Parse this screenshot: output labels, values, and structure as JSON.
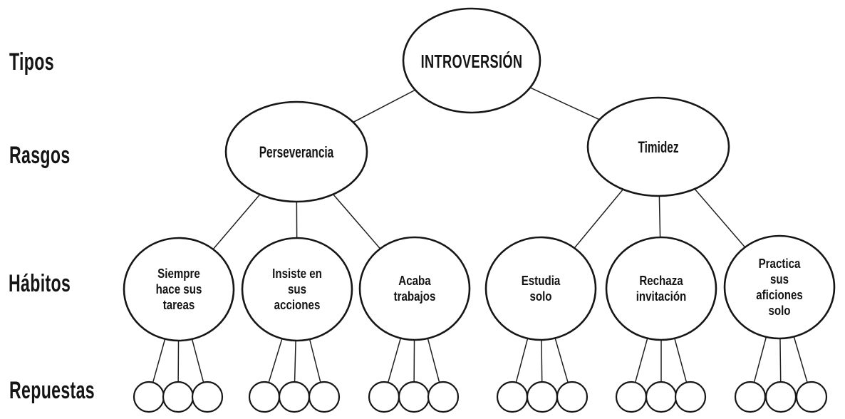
{
  "diagram": {
    "background_color": "#ffffff",
    "ink_color": "#1b1b1b",
    "row_labels": {
      "tipos": "Tipos",
      "rasgos": "Rasgos",
      "habitos": "Hábitos",
      "repuestas": "Repuestas"
    },
    "root": {
      "label": "INTROVERSIÓN"
    },
    "traits": [
      {
        "label": "Perseverancia"
      },
      {
        "label": "Timidez"
      }
    ],
    "habits": [
      {
        "lines": [
          "Siempre",
          "hace sus",
          "tareas"
        ]
      },
      {
        "lines": [
          "Insiste en",
          "sus",
          "acciones"
        ]
      },
      {
        "lines": [
          "Acaba",
          "trabajos"
        ]
      },
      {
        "lines": [
          "Estudia",
          "solo"
        ]
      },
      {
        "lines": [
          "Rechaza",
          "invitación"
        ]
      },
      {
        "lines": [
          "Practica",
          "sus",
          "aficiones",
          "solo"
        ]
      }
    ],
    "response_groups": 6,
    "responses_per_group": 3
  }
}
